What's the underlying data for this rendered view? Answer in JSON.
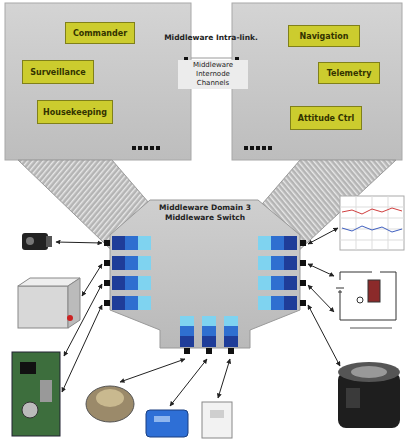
{
  "diagram": {
    "nodes": [
      {
        "text": [
          "Commander"
        ]
      },
      {
        "text": [
          "Surveillance"
        ]
      },
      {
        "text": [
          "Housekeeping"
        ]
      },
      {
        "text": [
          "Navigation"
        ]
      },
      {
        "text": [
          "Telemetry"
        ]
      },
      {
        "text": [
          "Attitude Ctrl"
        ]
      },
      {
        "text": [
          "Middleware Domain 3",
          "Middleware Switch"
        ]
      }
    ],
    "labels": [
      "Middleware Intra-link.",
      "Middleware Internode Channels"
    ]
  }
}
